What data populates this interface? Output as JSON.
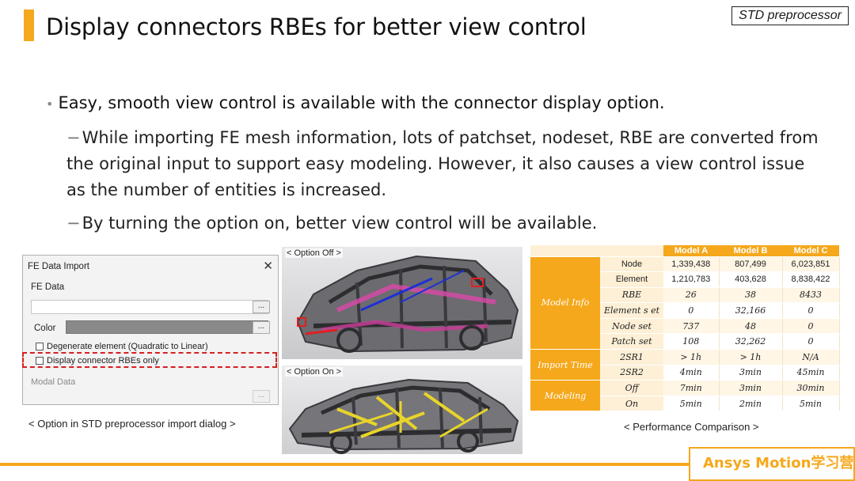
{
  "slide": {
    "title": "Display connectors RBEs for better view control",
    "tag": "STD preprocessor",
    "bullet": "Easy, smooth view control is available with the connector display option.",
    "sub1": "While importing FE mesh information, lots of patchset, nodeset, RBE are converted from the original input to support easy modeling. However, it also causes a view control issue as the number of entities is increased.",
    "sub2": "By turning the option on, better view control will be available.",
    "bullet_glyph": "•",
    "dash_glyph": "−"
  },
  "dialog": {
    "title": "FE Data Import",
    "close_glyph": "✕",
    "section": "FE Data",
    "browse_label": "...",
    "color_label": "Color",
    "checkbox1": "Degenerate element (Quadratic to Linear)",
    "checkbox2": "Display connector RBEs only",
    "modal_section": "Modal Data",
    "caption": "< Option in STD preprocessor import dialog >"
  },
  "images": {
    "off_label": "< Option Off >",
    "on_label": "< Option On >"
  },
  "table": {
    "headers": [
      "Model A",
      "Model B",
      "Model C"
    ],
    "groups": {
      "model_info": "Model Info",
      "import_time": "Import Time",
      "modeling": "Modeling"
    },
    "rows": [
      {
        "label": "Node",
        "values": [
          "1,339,438",
          "807,499",
          "6,023,851"
        ]
      },
      {
        "label": "Element",
        "values": [
          "1,210,783",
          "403,628",
          "8,838,422"
        ]
      },
      {
        "label": "RBE",
        "values": [
          "26",
          "38",
          "8433"
        ]
      },
      {
        "label": "Element s et",
        "values": [
          "0",
          "32,166",
          "0"
        ]
      },
      {
        "label": "Node set",
        "values": [
          "737",
          "48",
          "0"
        ]
      },
      {
        "label": "Patch set",
        "values": [
          "108",
          "32,262",
          "0"
        ]
      },
      {
        "label": "2SR1",
        "values": [
          "> 1h",
          "> 1h",
          "N/A"
        ]
      },
      {
        "label": "2SR2",
        "values": [
          "4min",
          "3min",
          "45min"
        ]
      },
      {
        "label": "Off",
        "values": [
          "7min",
          "3min",
          "30min"
        ]
      },
      {
        "label": "On",
        "values": [
          "5min",
          "2min",
          "5min"
        ]
      }
    ],
    "caption": "< Performance Comparison >"
  },
  "footer": {
    "brand": "Ansys Motion学习营"
  },
  "colors": {
    "accent": "#f5a81c",
    "highlight": "#d62020"
  }
}
